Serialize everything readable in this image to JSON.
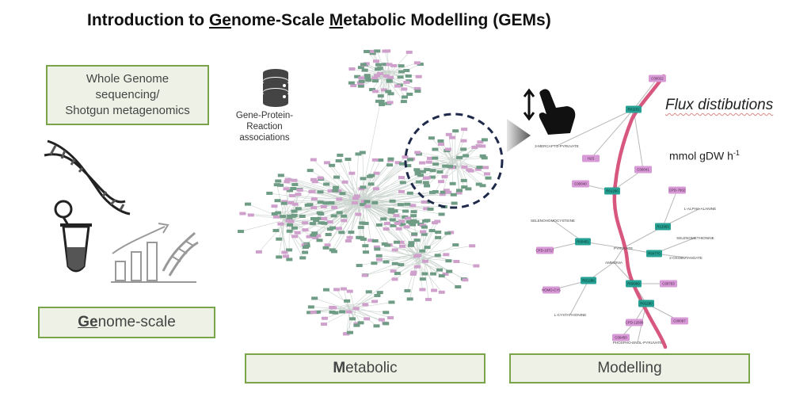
{
  "title": {
    "pre": "Introduction to ",
    "ge": "Ge",
    "mid1": "nome-Scale ",
    "m": "M",
    "mid2": "etabolic Modelling (GEMs)"
  },
  "left": {
    "wgs_line1": "Whole Genome",
    "wgs_line2": "sequencing/",
    "wgs_line3": "Shotgun metagenomics",
    "gs_prefix": "Ge",
    "gs_rest": "nome-scale"
  },
  "middle": {
    "gpr_line1": "Gene-Protein-",
    "gpr_line2": "Reaction",
    "gpr_line3": "associations",
    "met_prefix": "M",
    "met_rest": "etabolic"
  },
  "right": {
    "flux_title": "Flux distibutions",
    "flux_unit": "mmol gDW h",
    "flux_unit_exp": "-1",
    "mod_label": "Modelling",
    "nodes": [
      {
        "label": "C00022"
      },
      {
        "label": "R01151"
      },
      {
        "label": "3-MERCAPTO-PYRUVATE"
      },
      {
        "label": "H2S"
      },
      {
        "label": "C00041"
      },
      {
        "label": "C00040"
      },
      {
        "label": "R01260"
      },
      {
        "label": "CPD-7662"
      },
      {
        "label": "L-ALPHA-ALANINE"
      },
      {
        "label": "R12963"
      },
      {
        "label": "SELENOHOMOCYSTEINE"
      },
      {
        "label": "R00451"
      },
      {
        "label": "PYRUVATE"
      },
      {
        "label": "SELENOMETHIONINE"
      },
      {
        "label": "CPD-10717"
      },
      {
        "label": "R04770"
      },
      {
        "label": "2-OXOBUTANOATE"
      },
      {
        "label": "AMMONIA"
      },
      {
        "label": "R01286"
      },
      {
        "label": "R00999"
      },
      {
        "label": "C00763"
      },
      {
        "label": "HOMO-CYS"
      },
      {
        "label": "R01290"
      },
      {
        "label": "L-CYSTATHIONINE"
      },
      {
        "label": "CPD-12608"
      },
      {
        "label": "C00097"
      },
      {
        "label": "C00450"
      },
      {
        "label": "PHOSPHO-ENOL-PYRUVATE"
      }
    ]
  },
  "colors": {
    "green_border": "#7aa44a",
    "green_fill": "#eef2e6",
    "metabolite": "#d89ad6",
    "reaction": "#27a193",
    "flux_path": "#d7577f",
    "network_green": "#6f9c85",
    "network_pink": "#cfa0cc",
    "highlight_circle": "#1f2a4a"
  },
  "icons": [
    "dna-helix-icon",
    "sample-tube-icon",
    "growth-chart-icon",
    "database-icon",
    "touch-hand-icon",
    "arrow-triangle-icon"
  ]
}
